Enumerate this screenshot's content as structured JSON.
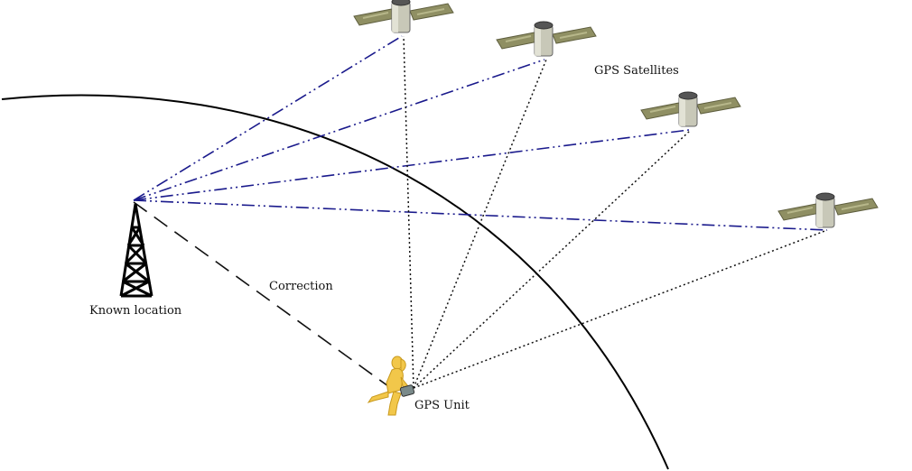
{
  "labels": {
    "satellites": "GPS Satellites",
    "known_location": "Known location",
    "correction": "Correction",
    "gps_unit": "GPS Unit"
  },
  "colors": {
    "reference_lines": "#1a1a8c",
    "unit_lines": "#111111",
    "earth_curve": "#000000",
    "satellite_panel": "#8f8f63",
    "satellite_body": "#c8c8b8",
    "person": "#f2c74a"
  },
  "icons": {
    "satellite": "satellite-icon",
    "tower": "radio-tower-icon",
    "person": "person-with-gps-icon"
  }
}
